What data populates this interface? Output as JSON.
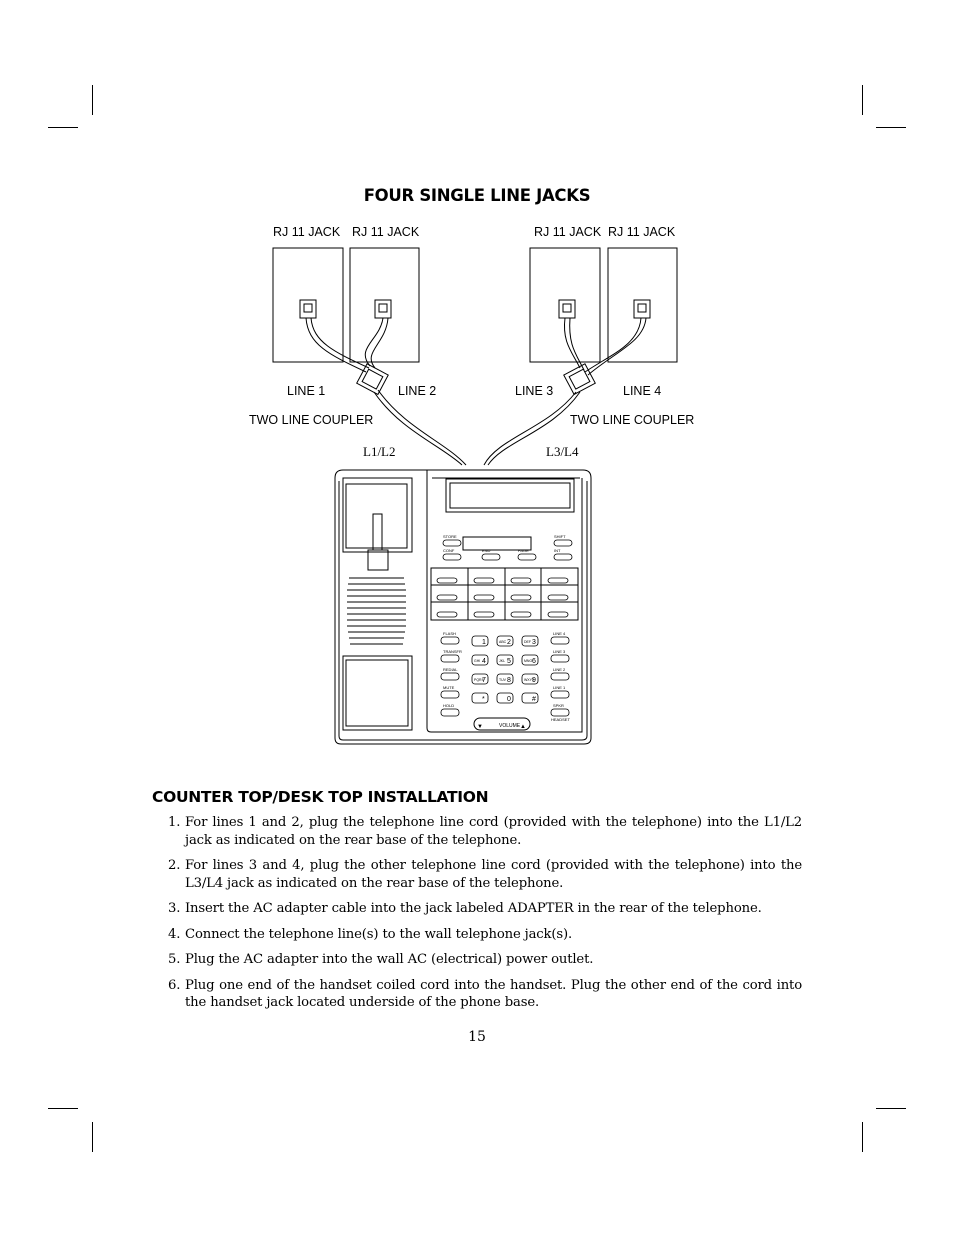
{
  "diagram": {
    "title": "FOUR SINGLE LINE JACKS",
    "jack_labels": [
      "RJ 11 JACK",
      "RJ 11 JACK",
      "RJ 11 JACK",
      "RJ 11 JACK"
    ],
    "line_labels": [
      "LINE 1",
      "LINE 2",
      "LINE 3",
      "LINE 4"
    ],
    "coupler_labels": [
      "TWO LINE COUPLER",
      "TWO LINE COUPLER"
    ],
    "ports": [
      "L1/L2",
      "L3/L4"
    ],
    "phone": {
      "volume_label": "VOLUME",
      "keypad": [
        {
          "digit": "1",
          "letters": ""
        },
        {
          "digit": "2",
          "letters": "ABC"
        },
        {
          "digit": "3",
          "letters": "DEF"
        },
        {
          "digit": "4",
          "letters": "GHI"
        },
        {
          "digit": "5",
          "letters": "JKL"
        },
        {
          "digit": "6",
          "letters": "MNO"
        },
        {
          "digit": "7",
          "letters": "PQRS"
        },
        {
          "digit": "8",
          "letters": "TUV"
        },
        {
          "digit": "9",
          "letters": "WXYZ"
        },
        {
          "digit": "*",
          "letters": ""
        },
        {
          "digit": "0",
          "letters": ""
        },
        {
          "digit": "#",
          "letters": ""
        }
      ],
      "left_keys": [
        "FLASH",
        "TRANSFR",
        "REDIAL",
        "MUTE",
        "HOLD"
      ],
      "right_keys": [
        "LINE 4",
        "LINE 3",
        "LINE 2",
        "LINE 1",
        "SPKR"
      ],
      "right_bottom_label": "HEADSET",
      "top_keys": [
        "STORE",
        "CONF",
        "END",
        "PAGE",
        "INT",
        "SHIFT"
      ]
    }
  },
  "section": {
    "title": "COUNTER TOP/DESK TOP INSTALLATION",
    "steps": [
      {
        "num": "1.",
        "text": "For lines 1 and 2, plug the telephone line cord (provided with the telephone) into the L1/L2 jack as indicated on the rear base of the telephone."
      },
      {
        "num": "2.",
        "text": "For lines 3 and 4, plug the other telephone line cord (provided with the telephone) into the L3/L4 jack as indicated on the rear base of the telephone."
      },
      {
        "num": "3.",
        "text": "Insert the AC adapter cable into the jack labeled ADAPTER in the rear of the telephone."
      },
      {
        "num": "4.",
        "text": "Connect the telephone line(s) to the wall telephone jack(s)."
      },
      {
        "num": "5.",
        "text": "Plug the AC adapter into the wall AC (electrical) power outlet."
      },
      {
        "num": "6.",
        "text": "Plug one end of the handset coiled cord into the handset. Plug the other end of the cord into the handset jack located underside of the phone base."
      }
    ]
  },
  "page_number": "15"
}
